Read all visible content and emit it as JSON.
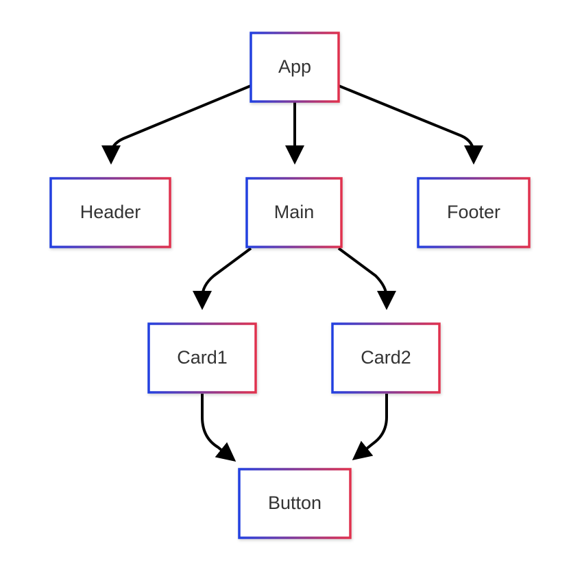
{
  "nodes": {
    "app": "App",
    "header": "Header",
    "main": "Main",
    "footer": "Footer",
    "card1": "Card1",
    "card2": "Card2",
    "button": "Button"
  },
  "colors": {
    "border_start": "#2340e0",
    "border_end": "#e0304e",
    "edge": "#000000",
    "text": "#333333",
    "node_fill": "#ffffff"
  }
}
